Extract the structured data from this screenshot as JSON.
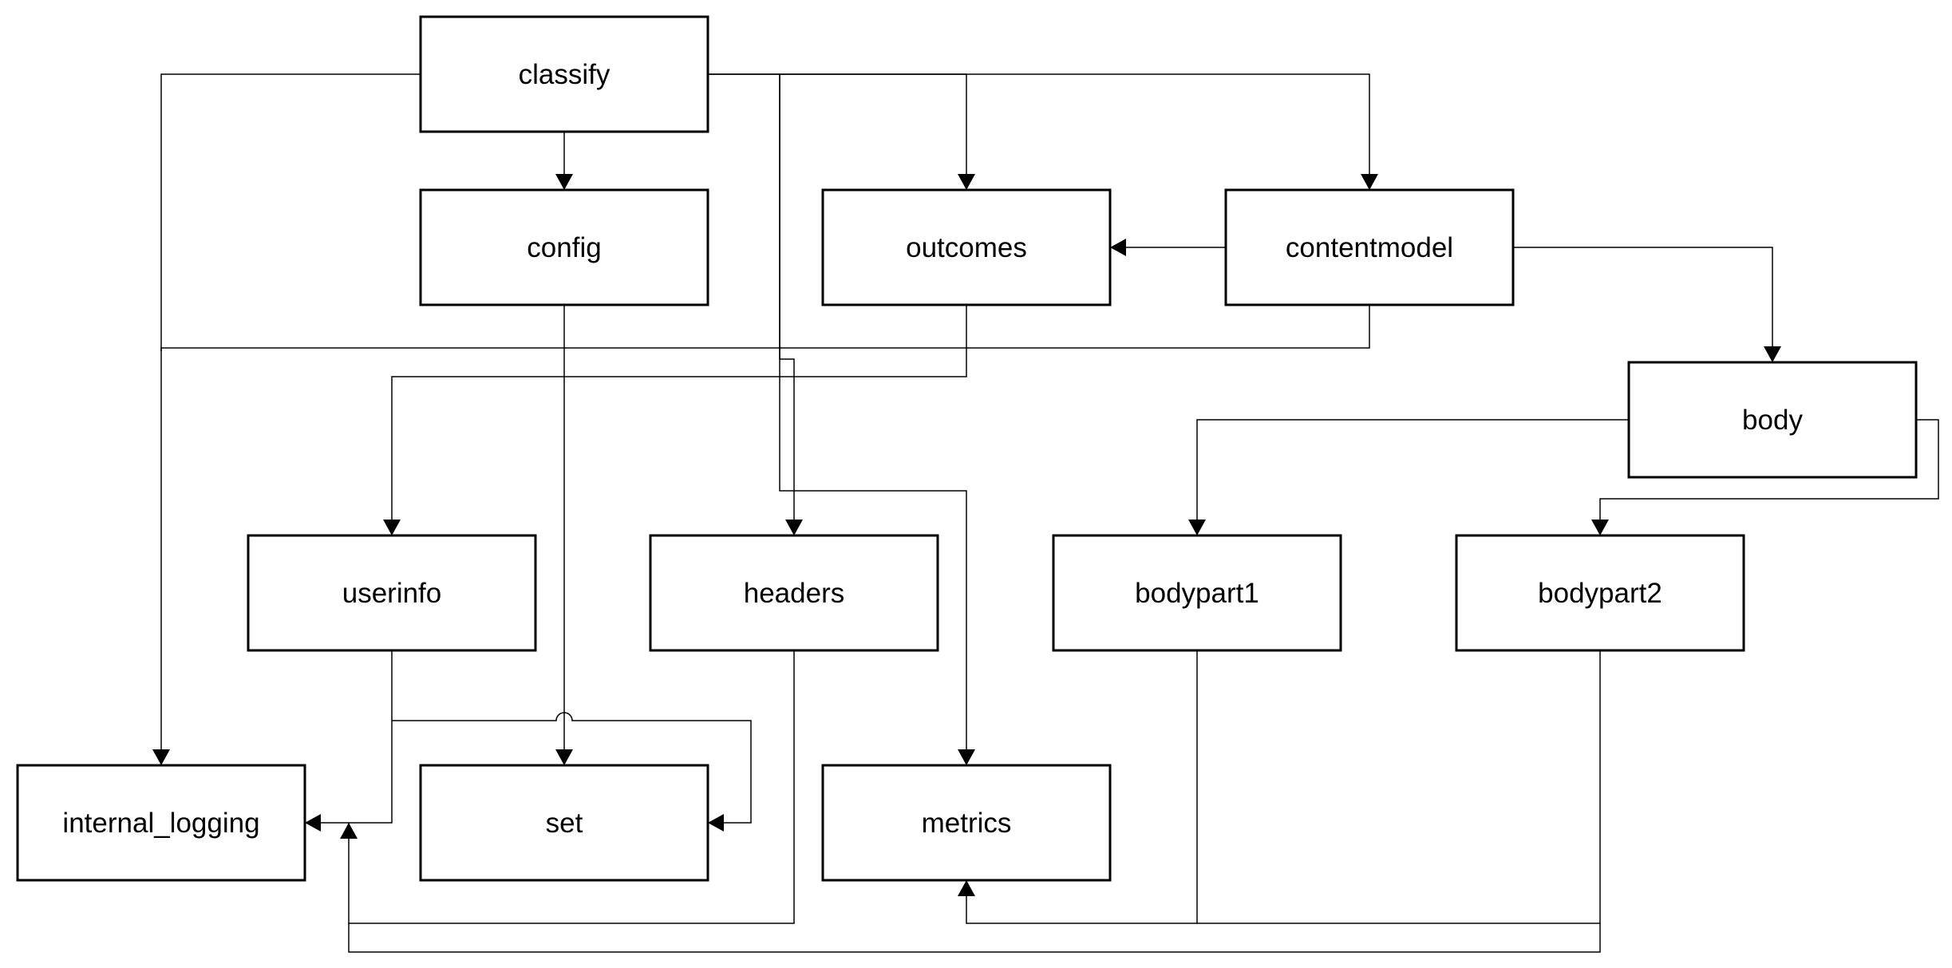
{
  "diagram": {
    "type": "dependency-graph",
    "nodes": [
      {
        "id": "classify",
        "label": "classify"
      },
      {
        "id": "config",
        "label": "config"
      },
      {
        "id": "outcomes",
        "label": "outcomes"
      },
      {
        "id": "contentmodel",
        "label": "contentmodel"
      },
      {
        "id": "body",
        "label": "body"
      },
      {
        "id": "userinfo",
        "label": "userinfo"
      },
      {
        "id": "headers",
        "label": "headers"
      },
      {
        "id": "bodypart1",
        "label": "bodypart1"
      },
      {
        "id": "bodypart2",
        "label": "bodypart2"
      },
      {
        "id": "internal_logging",
        "label": "internal_logging"
      },
      {
        "id": "set",
        "label": "set"
      },
      {
        "id": "metrics",
        "label": "metrics"
      }
    ],
    "edges": [
      {
        "from": "classify",
        "to": "config"
      },
      {
        "from": "classify",
        "to": "outcomes"
      },
      {
        "from": "classify",
        "to": "contentmodel"
      },
      {
        "from": "classify",
        "to": "internal_logging"
      },
      {
        "from": "classify",
        "to": "headers"
      },
      {
        "from": "classify",
        "to": "metrics"
      },
      {
        "from": "contentmodel",
        "to": "outcomes"
      },
      {
        "from": "contentmodel",
        "to": "body"
      },
      {
        "from": "contentmodel",
        "to": "internal_logging"
      },
      {
        "from": "config",
        "to": "set"
      },
      {
        "from": "outcomes",
        "to": "userinfo"
      },
      {
        "from": "body",
        "to": "bodypart1"
      },
      {
        "from": "body",
        "to": "bodypart2"
      },
      {
        "from": "userinfo",
        "to": "internal_logging"
      },
      {
        "from": "userinfo",
        "to": "set"
      },
      {
        "from": "headers",
        "to": "internal_logging"
      },
      {
        "from": "bodypart1",
        "to": "metrics"
      },
      {
        "from": "bodypart2",
        "to": "metrics"
      },
      {
        "from": "bodypart2",
        "to": "internal_logging"
      }
    ]
  }
}
